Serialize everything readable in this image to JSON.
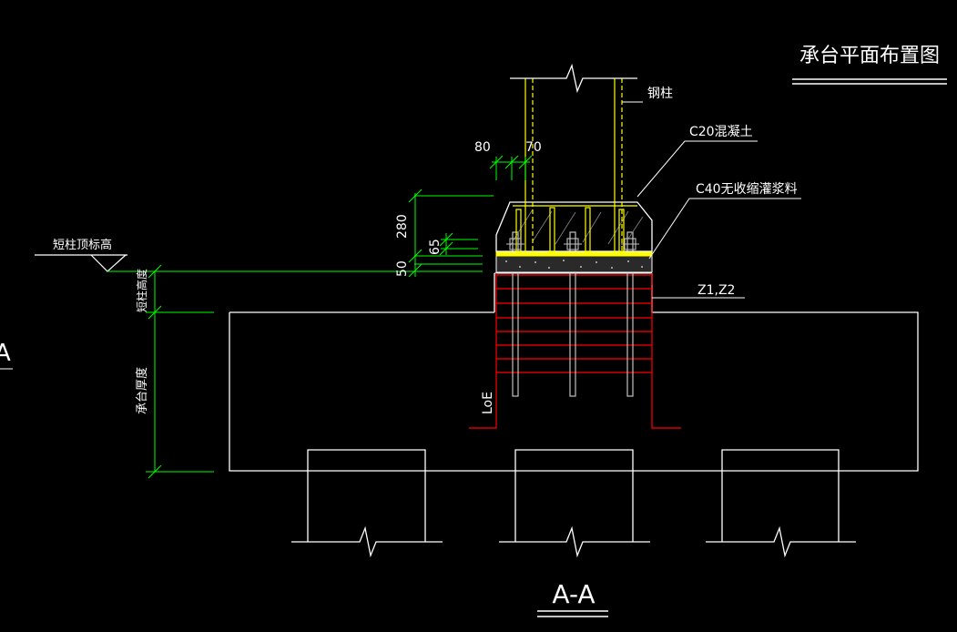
{
  "drawing": {
    "title": "承台平面布置图",
    "section_label": "A-A",
    "edge_letter": "A",
    "labels": {
      "steel_column": "钢柱",
      "c20": "C20混凝土",
      "c40": "C40无收缩灌浆料",
      "z1z2": "Z1,Z2",
      "short_column_top": "短柱顶标高",
      "short_column_height": "短柱高度",
      "cap_thickness": "承台厚度",
      "loe": "LoE"
    },
    "dimensions": {
      "d80": "80",
      "d70": "70",
      "d280": "280",
      "d65": "65",
      "d50": "50"
    }
  },
  "colors": {
    "background": "#000000",
    "outline": "#ffffff",
    "dimension": "#00ff00",
    "column": "#ffff00",
    "rebar": "#ff0000",
    "bolt": "#c0c0c0"
  }
}
